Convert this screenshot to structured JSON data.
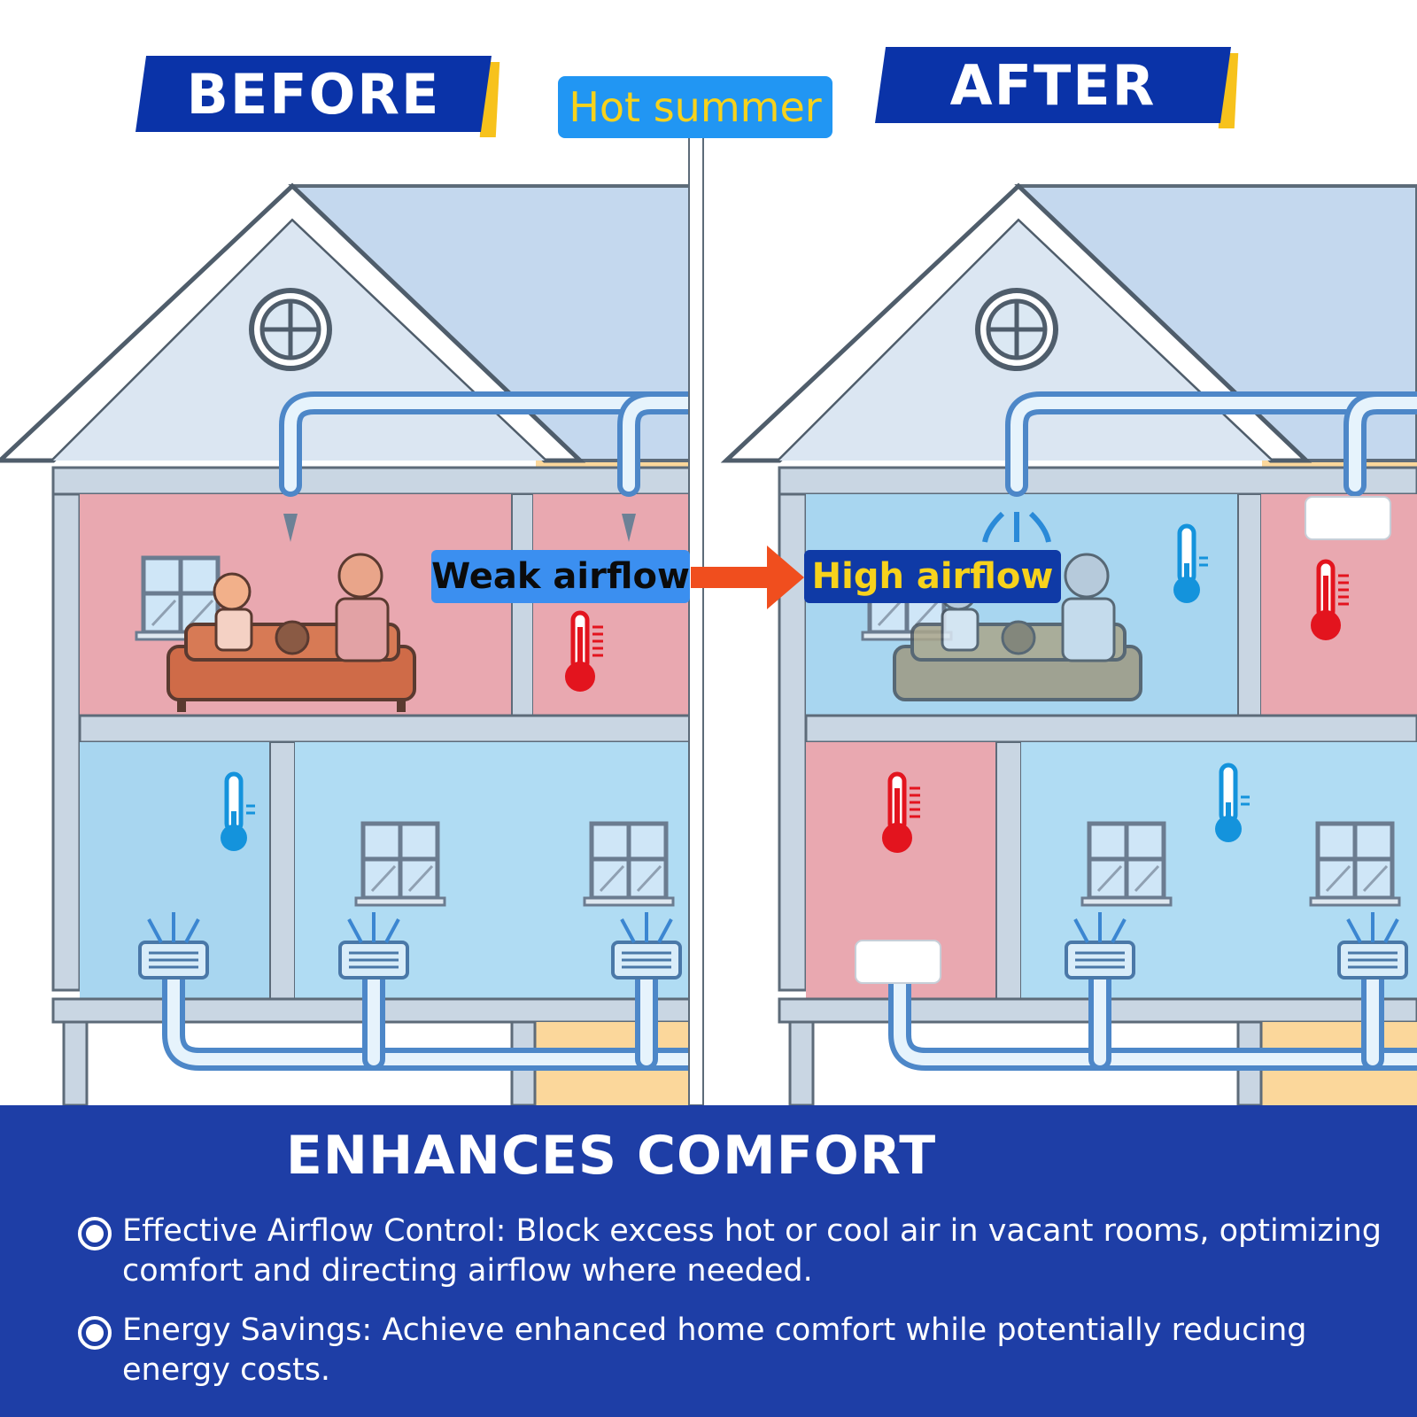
{
  "labels": {
    "before": "BEFORE",
    "after": "AFTER",
    "season": "Hot summer",
    "weak_airflow": "Weak airflow",
    "high_airflow": "High airflow"
  },
  "footer": {
    "title": "ENHANCES COMFORT",
    "bullets": [
      {
        "text": "Effective Airflow Control: Block excess hot or cool air in vacant rooms, optimizing comfort and directing airflow where needed."
      },
      {
        "text": "Energy Savings: Achieve enhanced home comfort while potentially reducing energy costs."
      }
    ]
  },
  "colors": {
    "brand_blue": "#1e3ea6",
    "accent_yellow": "#f7c21c",
    "hot_room": "#e9a5ac",
    "cool_room": "#a8d8f2",
    "duct": "#7fb6e6"
  }
}
